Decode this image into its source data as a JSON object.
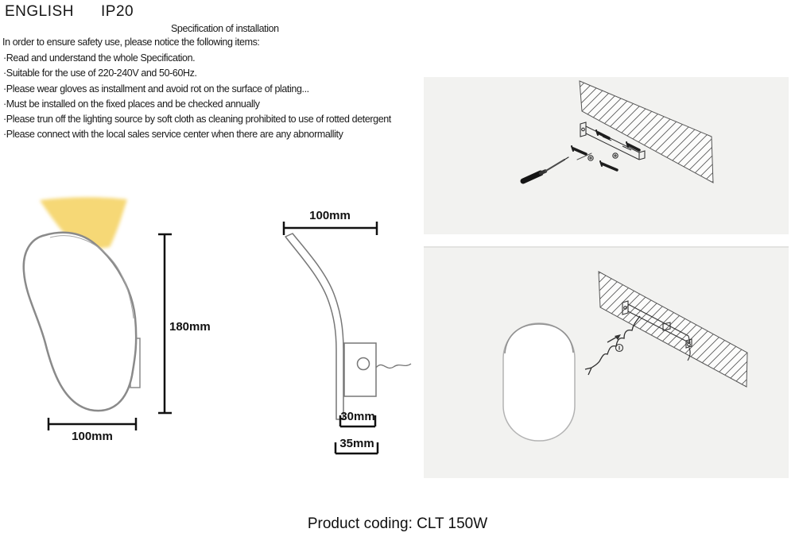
{
  "header": {
    "language": "ENGLISH",
    "ip_rating": "IP20"
  },
  "spec": {
    "title": "Specification of installation",
    "intro": "In order to ensure safety use, please notice the following items:",
    "items": [
      "·Read and understand the whole Specification.",
      "·Suitable for the use of 220-240V and 50-60Hz.",
      "·Please wear gloves as installment and avoid rot on the surface of plating...",
      "·Must be installed on the fixed places and be checked annually",
      "·Please trun off the lighting source by soft cloth as cleaning prohibited to use of rotted detergent",
      "·Please connect with the local sales service center when there are any abnormallity"
    ]
  },
  "figures": {
    "front_view": {
      "height": "180mm",
      "width": "100mm",
      "glow_color": "#f6d876"
    },
    "side_view": {
      "width": "100mm",
      "bracket_depth": "30mm",
      "base_depth": "35mm"
    }
  },
  "footer": {
    "product_coding": "Product coding: CLT 150W"
  },
  "colors": {
    "panel_background": "#f2f2f0",
    "dimension_ink": "#111111",
    "drawing_stroke": "#777777"
  }
}
